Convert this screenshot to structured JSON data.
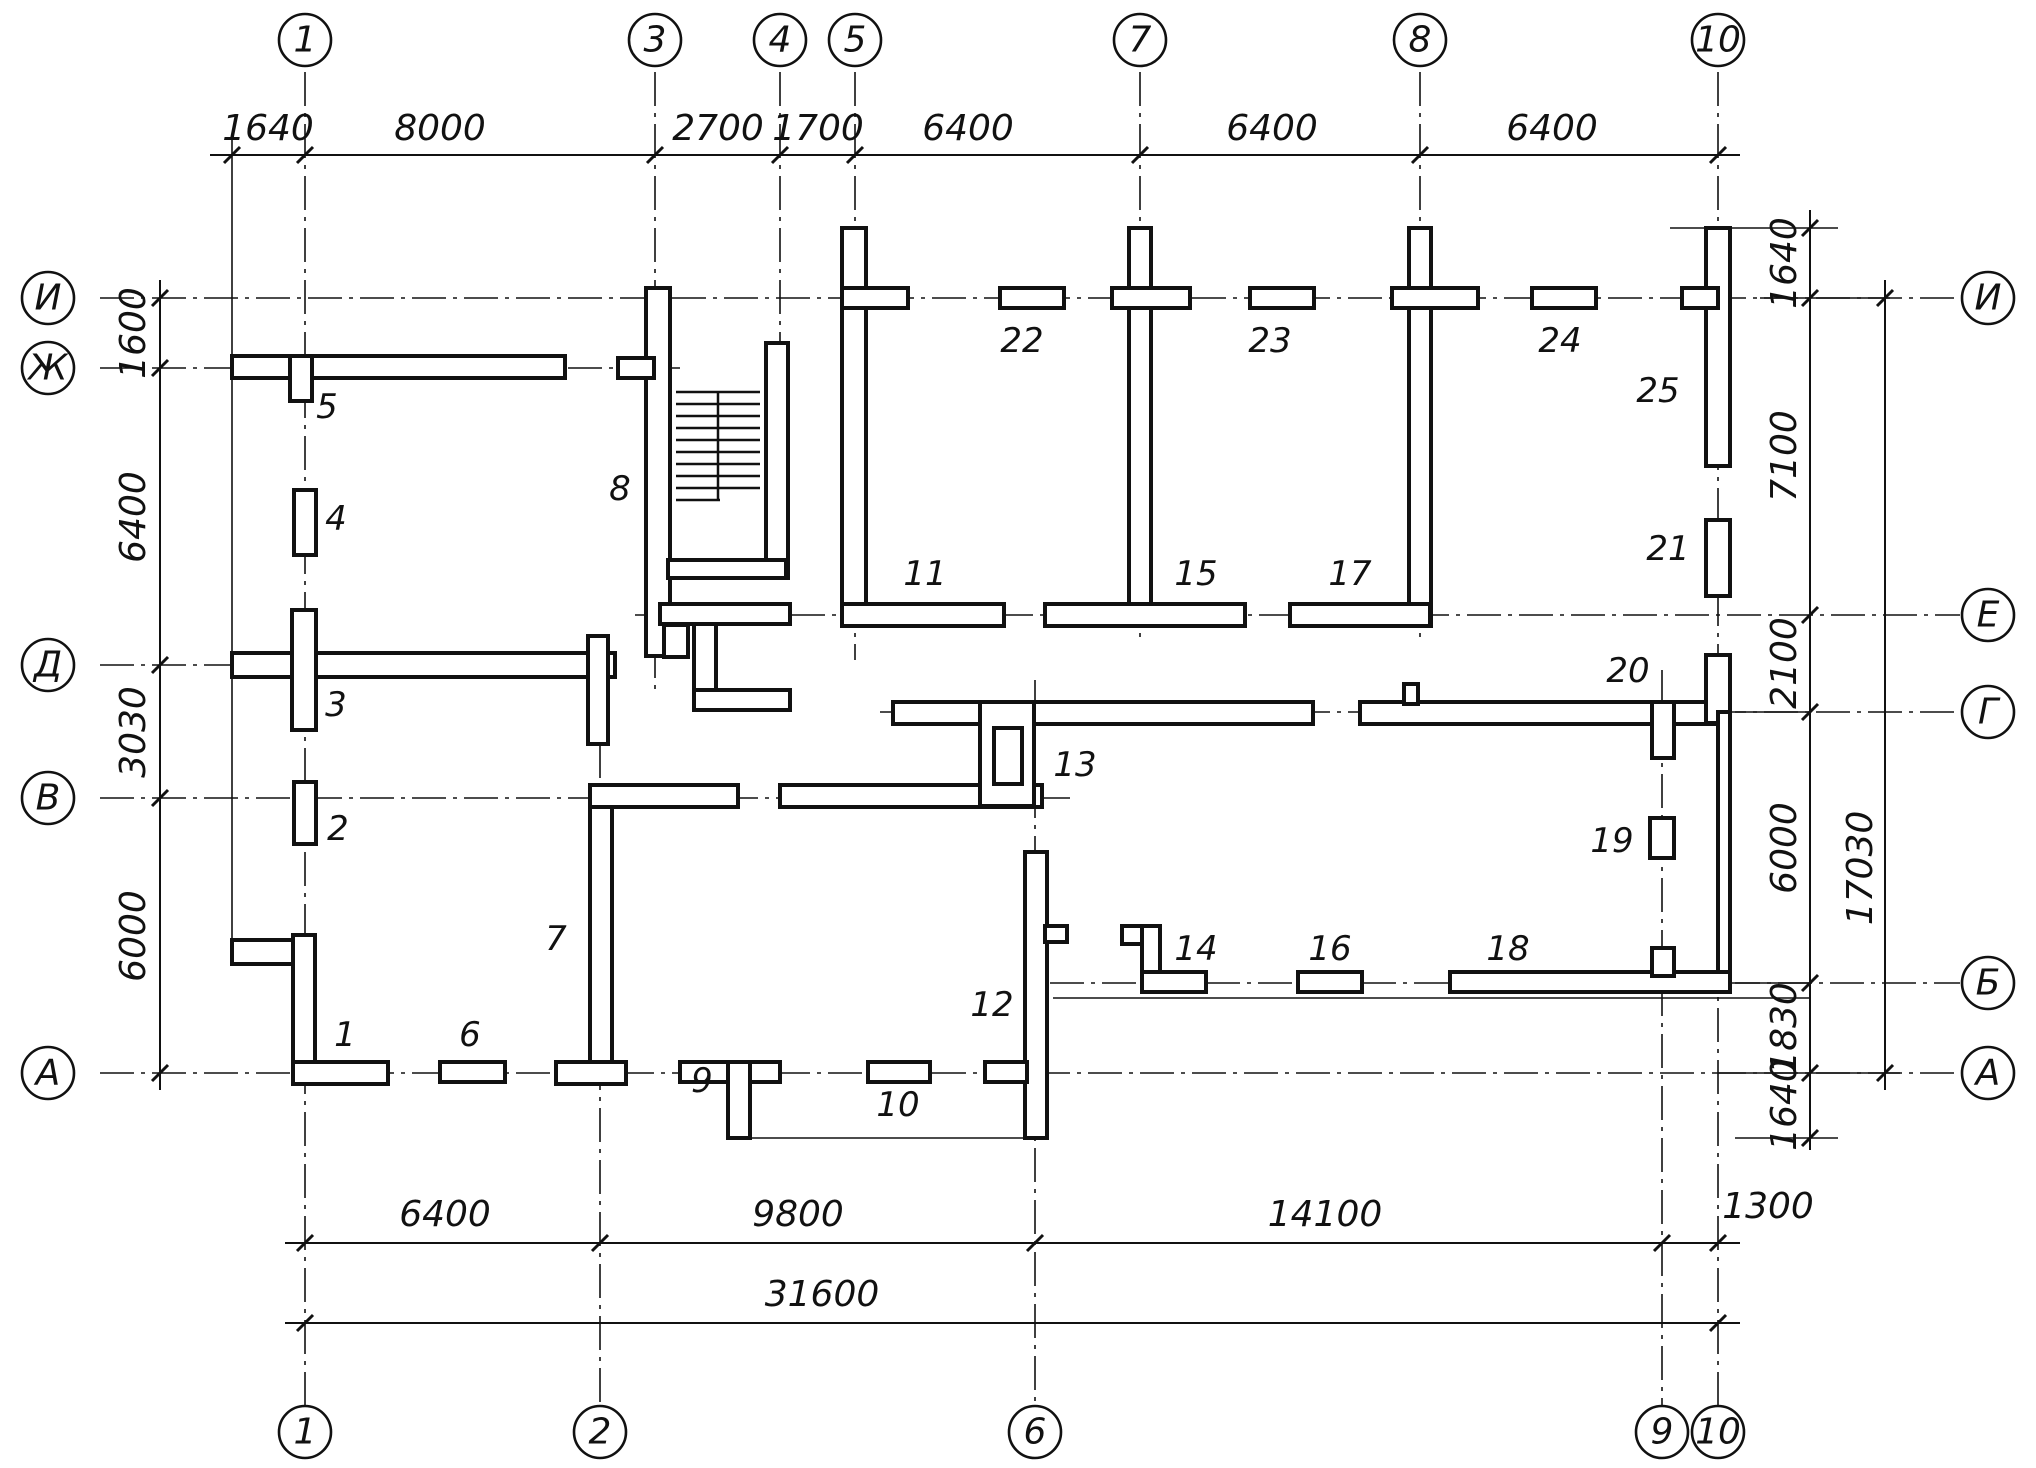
{
  "axes": {
    "top": [
      "1",
      "3",
      "4",
      "5",
      "7",
      "8",
      "10"
    ],
    "bottom": [
      "1",
      "2",
      "6",
      "9",
      "10"
    ],
    "left": [
      "И",
      "Ж",
      "Д",
      "В",
      "А"
    ],
    "right": [
      "И",
      "Е",
      "Г",
      "Б",
      "А"
    ]
  },
  "dimensions": {
    "top": [
      "1640",
      "8000",
      "2700",
      "1700",
      "6400",
      "6400",
      "6400"
    ],
    "left": [
      "1600",
      "6400",
      "3030",
      "6000"
    ],
    "right_inner": [
      "1640",
      "7100",
      "2100",
      "6000",
      "1830",
      "1640"
    ],
    "right_total": "17030",
    "bottom_chain": [
      "6400",
      "9800",
      "14100",
      "1300"
    ],
    "bottom_total": "31600"
  },
  "marks": [
    "1",
    "2",
    "3",
    "4",
    "5",
    "6",
    "7",
    "8",
    "9",
    "10",
    "11",
    "12",
    "13",
    "14",
    "15",
    "16",
    "17",
    "18",
    "19",
    "20",
    "21",
    "22",
    "23",
    "24",
    "25"
  ]
}
